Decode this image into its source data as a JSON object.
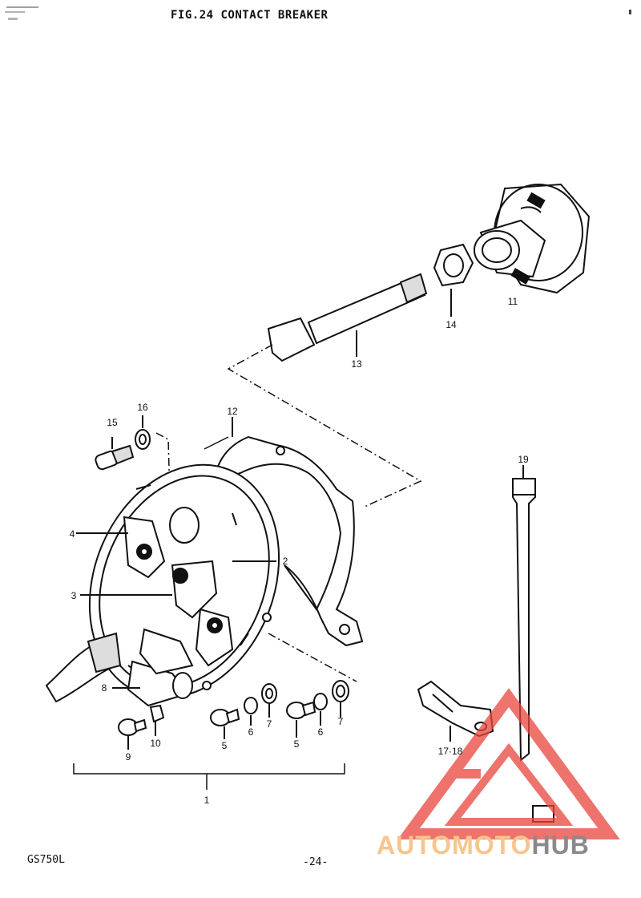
{
  "figure_title": "FIG.24  CONTACT BREAKER",
  "callouts": [
    {
      "id": "c1",
      "label": "1"
    },
    {
      "id": "c2",
      "label": "2"
    },
    {
      "id": "c3",
      "label": "3"
    },
    {
      "id": "c4",
      "label": "4"
    },
    {
      "id": "c5a",
      "label": "5"
    },
    {
      "id": "c5b",
      "label": "5"
    },
    {
      "id": "c6a",
      "label": "6"
    },
    {
      "id": "c6b",
      "label": "6"
    },
    {
      "id": "c7a",
      "label": "7"
    },
    {
      "id": "c7b",
      "label": "7"
    },
    {
      "id": "c8",
      "label": "8"
    },
    {
      "id": "c9",
      "label": "9"
    },
    {
      "id": "c10",
      "label": "10"
    },
    {
      "id": "c11",
      "label": "11"
    },
    {
      "id": "c12",
      "label": "12"
    },
    {
      "id": "c13",
      "label": "13"
    },
    {
      "id": "c14",
      "label": "14"
    },
    {
      "id": "c15",
      "label": "15"
    },
    {
      "id": "c16",
      "label": "16"
    },
    {
      "id": "c19",
      "label": "19"
    },
    {
      "id": "c1718",
      "label": "17·18"
    }
  ],
  "footer": {
    "model": "GS750L",
    "page_number": "-24-"
  },
  "watermark": {
    "brand_part1": "AUTOMOTO",
    "brand_part2": "HUB",
    "accent_color": "#e8453c",
    "brand_color_1": "#f7c58c",
    "brand_color_2": "#8a8a8a"
  }
}
